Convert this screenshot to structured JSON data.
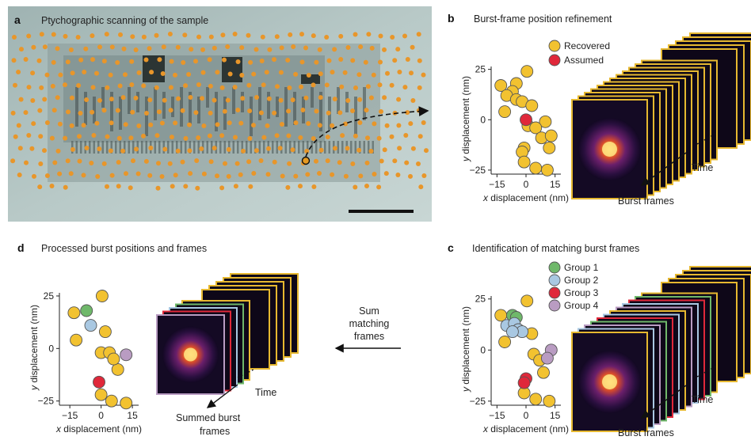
{
  "panels": {
    "a": {
      "letter": "a",
      "title": "Ptychographic scanning of the sample"
    },
    "b": {
      "letter": "b",
      "title": "Burst-frame position refinement"
    },
    "c": {
      "letter": "c",
      "title": "Identification of matching burst frames"
    },
    "d": {
      "letter": "d",
      "title": "Processed burst positions and frames"
    }
  },
  "labels": {
    "x_label_prefix": "x",
    "x_label_rest": " displacement (nm)",
    "y_label_prefix": "y",
    "y_label_rest": " displacement (nm)",
    "time": "Time",
    "burst_frames": "Burst frames",
    "summed_line1": "Summed burst",
    "summed_line2": "frames",
    "sum_line1": "Sum",
    "sum_line2": "matching",
    "sum_line3": "frames"
  },
  "legend_b": [
    {
      "label": "Recovered",
      "color": "#f2c230"
    },
    {
      "label": "Assumed",
      "color": "#e0283a"
    }
  ],
  "legend_c": [
    {
      "label": "Group 1",
      "color": "#6fb86a"
    },
    {
      "label": "Group 2",
      "color": "#a9c8e2"
    },
    {
      "label": "Group 3",
      "color": "#e0283a"
    },
    {
      "label": "Group 4",
      "color": "#b99cc2"
    }
  ],
  "chart_data": [
    {
      "panel": "b",
      "type": "scatter",
      "xlabel": "x displacement (nm)",
      "ylabel": "y displacement (nm)",
      "xticks": [
        "−15",
        "0",
        "15"
      ],
      "yticks": [
        "25",
        "0",
        "−25"
      ],
      "xlim": [
        -18,
        18
      ],
      "ylim": [
        -27,
        28
      ],
      "series": [
        {
          "name": "Recovered",
          "color": "#f2c230",
          "points": [
            [
              0.5,
              24
            ],
            [
              -13,
              17
            ],
            [
              -5,
              18
            ],
            [
              -7,
              14
            ],
            [
              -10,
              12
            ],
            [
              -5,
              10
            ],
            [
              -2,
              9
            ],
            [
              -11,
              4
            ],
            [
              3,
              7
            ],
            [
              10,
              -1
            ],
            [
              1,
              -3
            ],
            [
              5,
              -4
            ],
            [
              8,
              -9
            ],
            [
              13,
              -8
            ],
            [
              -1,
              -14
            ],
            [
              -2,
              -16
            ],
            [
              12,
              -14
            ],
            [
              -1,
              -21
            ],
            [
              5,
              -24
            ],
            [
              11,
              -25
            ]
          ]
        },
        {
          "name": "Assumed",
          "color": "#e0283a",
          "points": [
            [
              0,
              0
            ]
          ]
        }
      ]
    },
    {
      "panel": "c",
      "type": "scatter",
      "xlabel": "x displacement (nm)",
      "ylabel": "y displacement (nm)",
      "xticks": [
        "−15",
        "0",
        "15"
      ],
      "yticks": [
        "25",
        "0",
        "−25"
      ],
      "xlim": [
        -18,
        18
      ],
      "ylim": [
        -27,
        28
      ],
      "series": [
        {
          "name": "Yellow",
          "color": "#f2c230",
          "points": [
            [
              0.5,
              24
            ],
            [
              -13,
              17
            ],
            [
              -11,
              4
            ],
            [
              3,
              8
            ],
            [
              4,
              -2
            ],
            [
              7,
              -5
            ],
            [
              9,
              -11
            ],
            [
              -1,
              -21
            ],
            [
              5,
              -24
            ],
            [
              12,
              -25
            ]
          ]
        },
        {
          "name": "Group 1",
          "color": "#6fb86a",
          "points": [
            [
              -7,
              17
            ],
            [
              -5,
              16
            ]
          ]
        },
        {
          "name": "Group 2",
          "color": "#a9c8e2",
          "points": [
            [
              -10,
              12
            ],
            [
              -6,
              13
            ],
            [
              -4,
              10
            ],
            [
              -2,
              9
            ],
            [
              -7,
              9
            ]
          ]
        },
        {
          "name": "Group 3",
          "color": "#e0283a",
          "points": [
            [
              0,
              -14
            ],
            [
              -1,
              -16
            ]
          ]
        },
        {
          "name": "Group 4",
          "color": "#b99cc2",
          "points": [
            [
              13,
              0
            ],
            [
              11,
              -4
            ]
          ]
        }
      ]
    },
    {
      "panel": "d",
      "type": "scatter",
      "xlabel": "x displacement (nm)",
      "ylabel": "y displacement (nm)",
      "xticks": [
        "−15",
        "0",
        "15"
      ],
      "yticks": [
        "25",
        "0",
        "−25"
      ],
      "xlim": [
        -20,
        18
      ],
      "ylim": [
        -27,
        28
      ],
      "series": [
        {
          "name": "Yellow",
          "color": "#f2c230",
          "points": [
            [
              0.5,
              25
            ],
            [
              -13,
              17
            ],
            [
              -12,
              4
            ],
            [
              2,
              8
            ],
            [
              0,
              -2
            ],
            [
              4,
              -2
            ],
            [
              8,
              -10
            ],
            [
              0,
              -22
            ],
            [
              5,
              -25
            ],
            [
              12,
              -26
            ],
            [
              6,
              -5
            ]
          ]
        },
        {
          "name": "Group 1",
          "color": "#6fb86a",
          "points": [
            [
              -7,
              18
            ]
          ]
        },
        {
          "name": "Group 2",
          "color": "#a9c8e2",
          "points": [
            [
              -5,
              11
            ]
          ]
        },
        {
          "name": "Group 3",
          "color": "#e0283a",
          "points": [
            [
              -1,
              -16
            ]
          ]
        },
        {
          "name": "Group 4",
          "color": "#b99cc2",
          "points": [
            [
              12,
              -3
            ]
          ]
        }
      ]
    }
  ]
}
